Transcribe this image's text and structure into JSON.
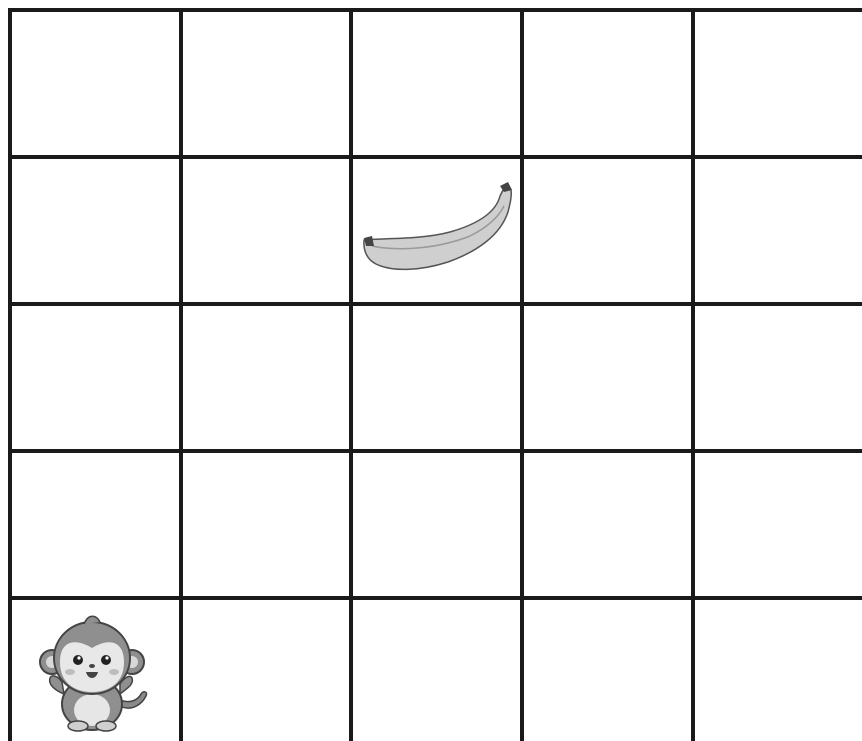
{
  "game": {
    "type": "grid-puzzle",
    "grid": {
      "cols": 5,
      "rows_visible": 5,
      "line_color": "#1a1a1a",
      "background": "#ffffff"
    },
    "pieces": [
      {
        "kind": "monkey",
        "icon": "monkey-icon",
        "col": 0,
        "row": 4,
        "color": "#9a9a9a"
      },
      {
        "kind": "banana",
        "icon": "banana-icon",
        "col": 2,
        "row": 1,
        "color": "#c8c8c8"
      }
    ]
  }
}
